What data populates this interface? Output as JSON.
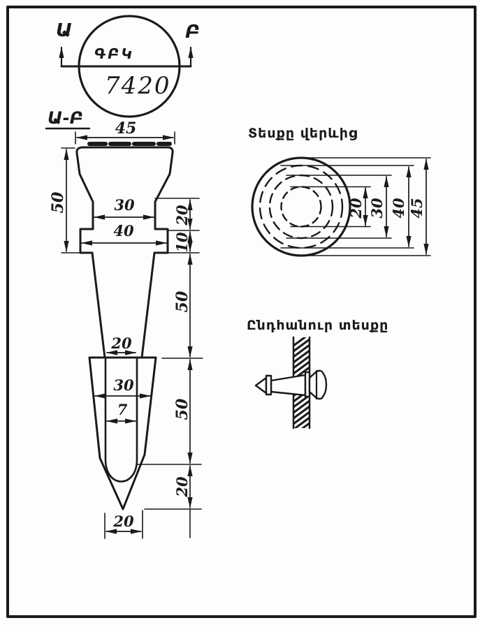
{
  "page": {
    "stamp": {
      "view_letter_left": "Ա",
      "view_letter_right": "Բ",
      "mark": "ԳԲԿ",
      "number": "7420",
      "section_label": "Ա-Բ"
    },
    "front_view": {
      "dim_top_width": "45",
      "dim_head_height": "50",
      "dim_neck_width": "30",
      "dim_flange_width": "40",
      "dim_neck_height": "20",
      "dim_flange_height": "10",
      "dim_upper_taper": "50",
      "dim_waist_width": "20",
      "dim_box_width": "30",
      "dim_slot_width": "7",
      "dim_lower_taper": "50",
      "dim_tip_height": "20",
      "dim_tip_width": "20"
    },
    "top_view": {
      "title": "Տեսքը վերևից",
      "dim_d20": "20",
      "dim_d30": "30",
      "dim_d40": "40",
      "dim_d45": "45"
    },
    "general_view": {
      "title": "Ընդհանուր տեսքը"
    },
    "colors": {
      "ink": "#1a1a1a",
      "paper": "#fefdfb"
    }
  }
}
